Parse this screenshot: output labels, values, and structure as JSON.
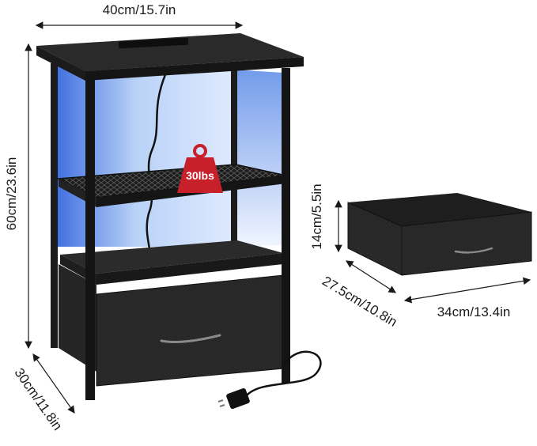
{
  "dimensions": {
    "width": "40cm/15.7in",
    "height": "60cm/23.6in",
    "depth": "30cm/11.8in"
  },
  "drawer_dimensions": {
    "height": "14cm/5.5in",
    "depth": "27.5cm/10.8in",
    "width": "34cm/13.4in"
  },
  "load_badge": "30lbs",
  "colors": {
    "frame": "#1c1c1c",
    "wood_top": "#2a2a2a",
    "led_glow": "#4f86e8",
    "badge": "#c8202a",
    "drawer_fabric": "#242424"
  }
}
